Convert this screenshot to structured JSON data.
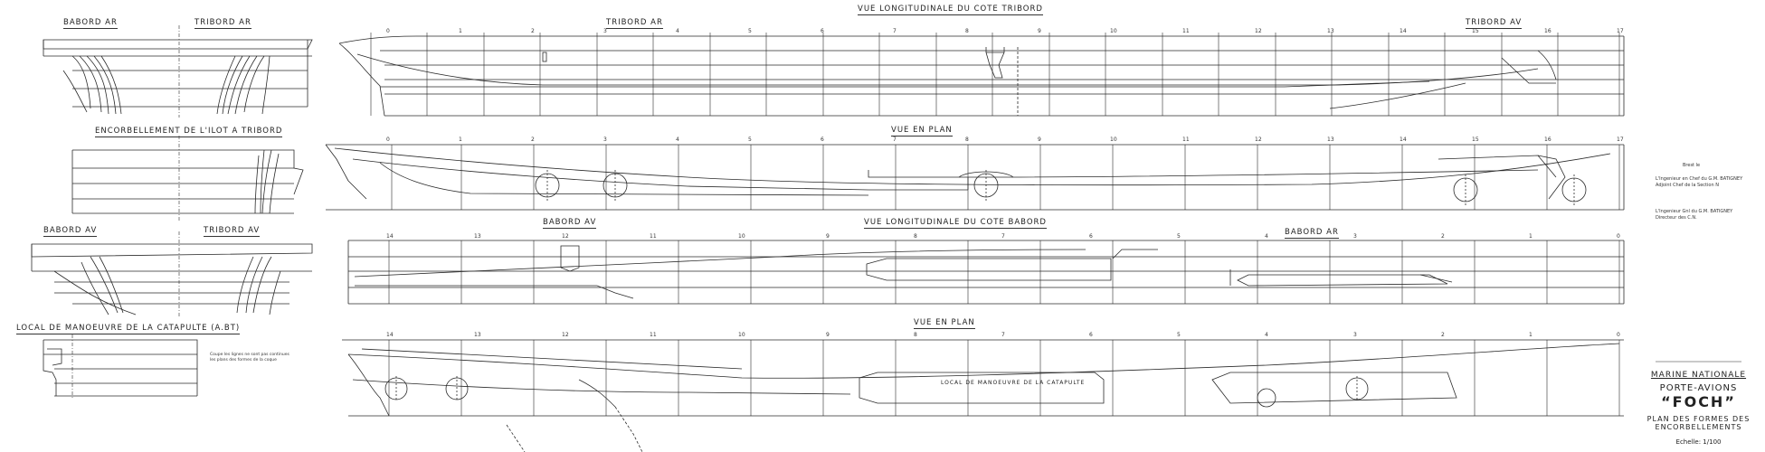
{
  "labels": {
    "top_view_title": "VUE LONGITUDINALE DU COTE TRIBORD",
    "plan1_title": "VUE EN PLAN",
    "bottom_view_title": "VUE LONGITUDINALE DU COTE BABORD",
    "plan2_title": "VUE EN PLAN",
    "tribord_ar_top": "TRIBORD AR",
    "tribord_av_top": "TRIBORD AV",
    "babord_av_mid": "BABORD AV",
    "babord_ar_mid": "BABORD AR",
    "catapult_room_plan": "LOCAL DE MANOEUVRE DE LA CATAPULTE"
  },
  "left_sections": {
    "sec1_left": "BABORD AR",
    "sec1_right": "TRIBORD AR",
    "sec2_title": "ENCORBELLEMENT DE L'ILOT A TRIBORD",
    "sec3_left": "BABORD AV",
    "sec3_right": "TRIBORD AV",
    "sec4_title": "LOCAL DE MANOEUVRE DE LA CATAPULTE (A.BT)"
  },
  "frames": {
    "top": [
      "0",
      "1",
      "2",
      "3",
      "4",
      "5",
      "6",
      "7",
      "8",
      "9",
      "10",
      "11",
      "12",
      "13",
      "14",
      "15",
      "16",
      "17"
    ],
    "bottom": [
      "14",
      "13",
      "12",
      "11",
      "10",
      "9",
      "8",
      "7",
      "6",
      "5",
      "4",
      "3",
      "2",
      "1",
      "0"
    ]
  },
  "title_block": {
    "line1": "MARINE NATIONALE",
    "line2_prefix": "PORTE-AVIONS",
    "ship_name": "“FOCH”",
    "line3": "PLAN DES FORMES DES ENCORBELLEMENTS",
    "scale": "Echelle: 1/100"
  },
  "signature": {
    "sig_head": "Brest le",
    "sig_line1": "L'Ingenieur en Chef du G.M. BATIGNEY",
    "sig_line2": "Adjoint Chef de la Section N",
    "sig_line3": "L'Ingenieur Gnl du G.M. BATIGNEY",
    "sig_line4": "Directeur des C.N."
  },
  "catapult_note": {
    "line1": "Coupe les lignes ne sont pas continues",
    "line2": "les plans des formes de la coque"
  }
}
